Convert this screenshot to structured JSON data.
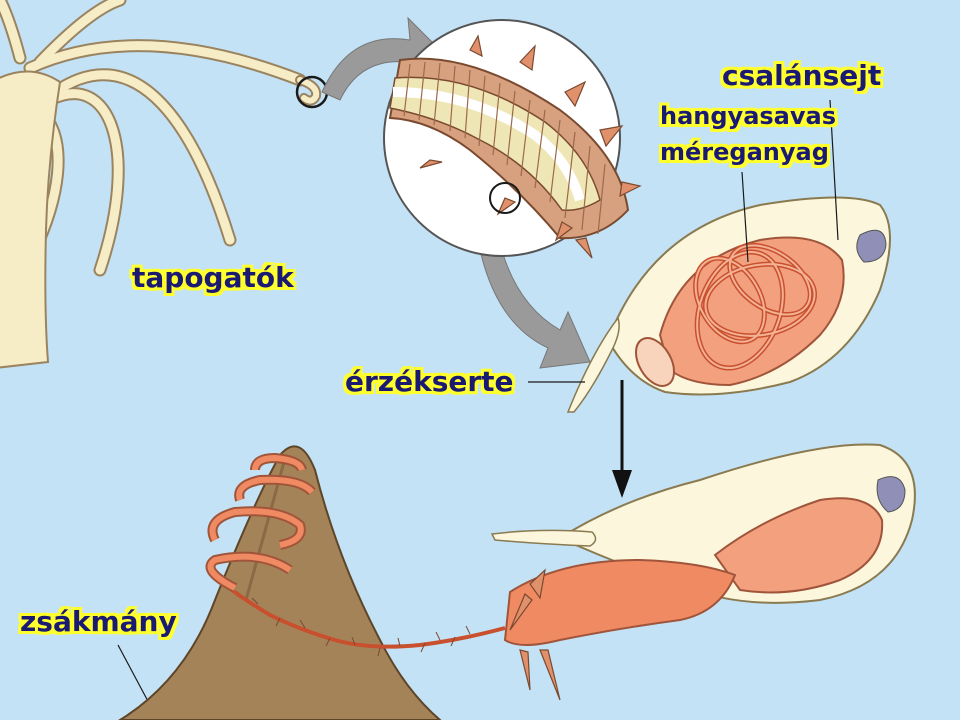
{
  "labels": {
    "tentacles": "tapogatók",
    "cnidocyte": "csalánsejt",
    "venom_line1": "hangyasavas",
    "venom_line2": "méreganyag",
    "trigger": "érzékserte",
    "prey": "zsákmány"
  },
  "colors": {
    "background": "#c4e2f6",
    "label_text": "#1a1a72",
    "label_halo": "#ffff2e",
    "hydra_body": "#f6ecc6",
    "cell_fill": "#fbf6dc",
    "capsule": "#f2a07e",
    "thread": "#e8714e",
    "prey": "#a58359",
    "arrow_grey": "#9a9a9a",
    "nucleus": "#8f8fb8"
  }
}
